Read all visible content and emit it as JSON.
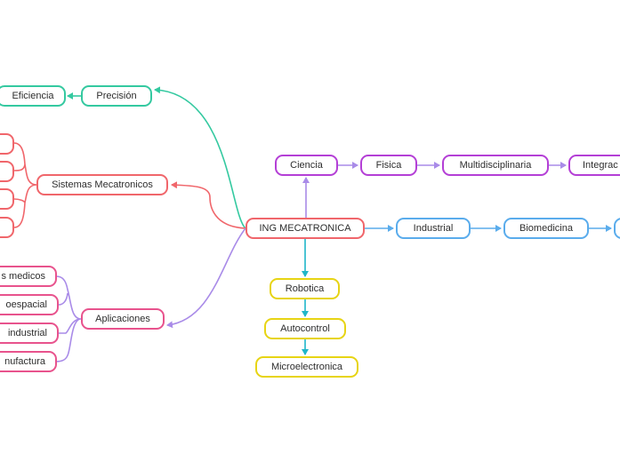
{
  "central": "ING MECATRONICA",
  "branches": {
    "precision": {
      "label": "Precisión",
      "children": [
        "Eficiencia"
      ]
    },
    "sistemas": {
      "label": "Sistemas Mecatronicos",
      "children": [
        "",
        "",
        "",
        ""
      ]
    },
    "aplicaciones": {
      "label": "Aplicaciones",
      "children": [
        "s medicos",
        "oespacial",
        "industrial",
        "nufactura"
      ]
    },
    "ciencia": {
      "label": "Ciencia",
      "children": [
        "Fisica",
        "Multidisciplinaria",
        "Integrac"
      ]
    },
    "industrial": {
      "label": "Industrial",
      "children": [
        "Biomedicina",
        ""
      ]
    },
    "robotica": {
      "label": "Robotica",
      "children": [
        "Autocontrol",
        "Microelectronica"
      ]
    }
  },
  "colors": {
    "teal": "#34c9a0",
    "red": "#f0666b",
    "purple": "#b43fd6",
    "lavender": "#a98be8",
    "blue": "#5aacec",
    "teal_connector": "#1fb6c9",
    "yellow": "#e7d414",
    "pink": "#e8538d"
  }
}
